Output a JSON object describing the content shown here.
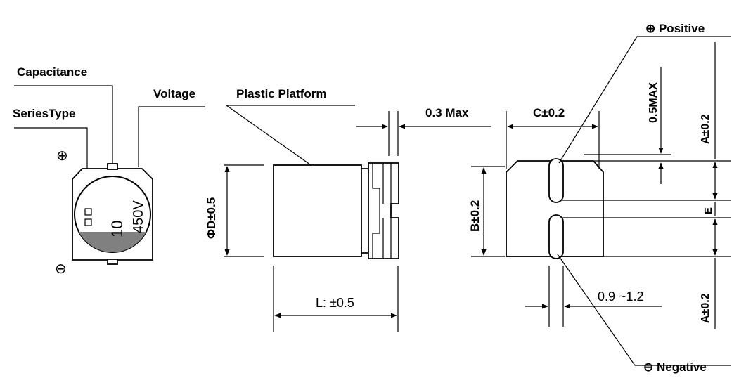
{
  "top_view": {
    "capacitance_label": "Capacitance",
    "voltage_label": "Voltage",
    "series_type_label": "SeriesType",
    "plus_symbol": "⊕",
    "minus_symbol": "⊖",
    "marking_capacitance": "10",
    "marking_voltage": "450V",
    "negative_band_color": "#808080"
  },
  "side_view": {
    "plastic_platform_label": "Plastic Platform",
    "diameter_label": "ΦD±0.5",
    "length_label": "L: ±0.5",
    "gap_label": "0.3 Max"
  },
  "terminal_view": {
    "positive_label": "⊕ Positive",
    "negative_label": "⊖ Negative",
    "c_label": "C±0.2",
    "max_label": "0.5MAX",
    "b_label": "B±0.2",
    "a_top_label": "A±0.2",
    "e_label": "E",
    "a_bottom_label": "A±0.2",
    "terminal_width_label": "0.9 ~1.2"
  }
}
